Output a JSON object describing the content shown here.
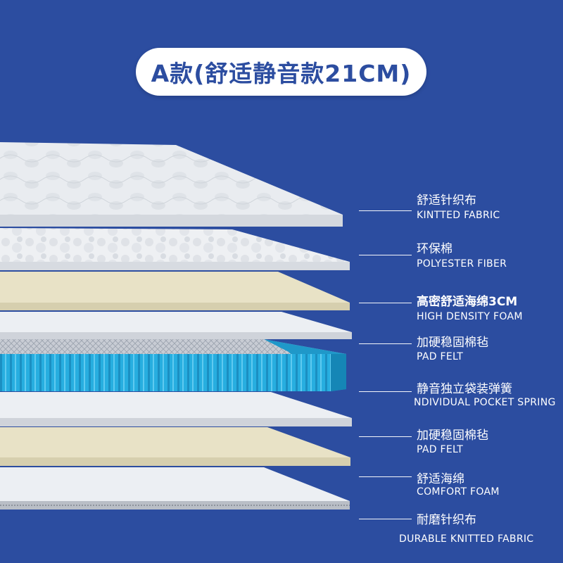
{
  "title": "A款(舒适静音款21CM)",
  "colors": {
    "background": "#2c4da0",
    "fabric": "#eceff3",
    "foam_cream": "#e8e2c6",
    "spring_blue": "#2bb3e0"
  },
  "layers": [
    {
      "cn": "舒适针织布",
      "en": "KINTTED FABRIC",
      "bold": false
    },
    {
      "cn": "环保棉",
      "en": "POLYESTER FIBER",
      "bold": false
    },
    {
      "cn": "高密舒适海绵3CM",
      "en": "HIGH DENSITY FOAM",
      "bold": true
    },
    {
      "cn": "加硬稳固棉毡",
      "en": "PAD FELT",
      "bold": false
    },
    {
      "cn": "静音独立袋装弹簧",
      "en": "NDIVIDUAL POCKET SPRING",
      "bold": false
    },
    {
      "cn": "加硬稳固棉毡",
      "en": "PAD FELT",
      "bold": false
    },
    {
      "cn": "舒适海绵",
      "en": "COMFORT FOAM",
      "bold": false
    },
    {
      "cn": "耐磨针织布",
      "en": "DURABLE KNITTED FABRIC",
      "bold": false
    }
  ]
}
